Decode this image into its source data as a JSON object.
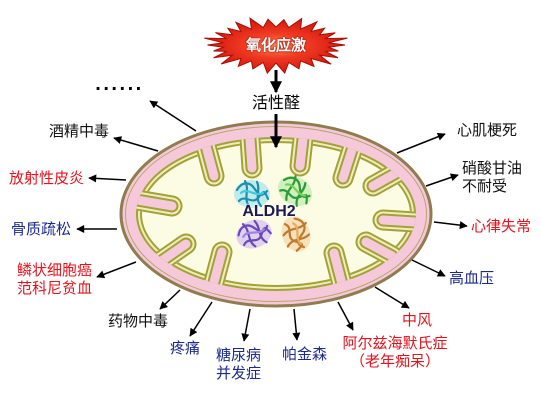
{
  "diagram": {
    "stressor": "氧化应激",
    "intermediate": "活性醛",
    "enzyme": "ALDH2",
    "more_indicator": "......",
    "outcomes": [
      {
        "lines": [
          "酒精中毒"
        ],
        "color": "#111111"
      },
      {
        "lines": [
          "放射性皮炎"
        ],
        "color": "#e4121c"
      },
      {
        "lines": [
          "骨质疏松"
        ],
        "color": "#1c2a8c"
      },
      {
        "lines": [
          "鳞状细胞癌",
          "范科尼贫血"
        ],
        "color": "#e4121c"
      },
      {
        "lines": [
          "药物中毒"
        ],
        "color": "#111111"
      },
      {
        "lines": [
          "疼痛"
        ],
        "color": "#1c2a8c"
      },
      {
        "lines": [
          "糖尿病",
          "并发症"
        ],
        "color": "#1c2a8c"
      },
      {
        "lines": [
          "帕金森"
        ],
        "color": "#1c2a8c"
      },
      {
        "lines": [
          "阿尔兹海默氏症",
          "（老年痴呆）"
        ],
        "color": "#e4121c"
      },
      {
        "lines": [
          "中风"
        ],
        "color": "#e4121c"
      },
      {
        "lines": [
          "高血压"
        ],
        "color": "#1c2a8c"
      },
      {
        "lines": [
          "心律失常"
        ],
        "color": "#e4121c"
      },
      {
        "lines": [
          "硝酸甘油",
          "不耐受"
        ],
        "color": "#111111"
      },
      {
        "lines": [
          "心肌梗死"
        ],
        "color": "#111111"
      }
    ]
  }
}
